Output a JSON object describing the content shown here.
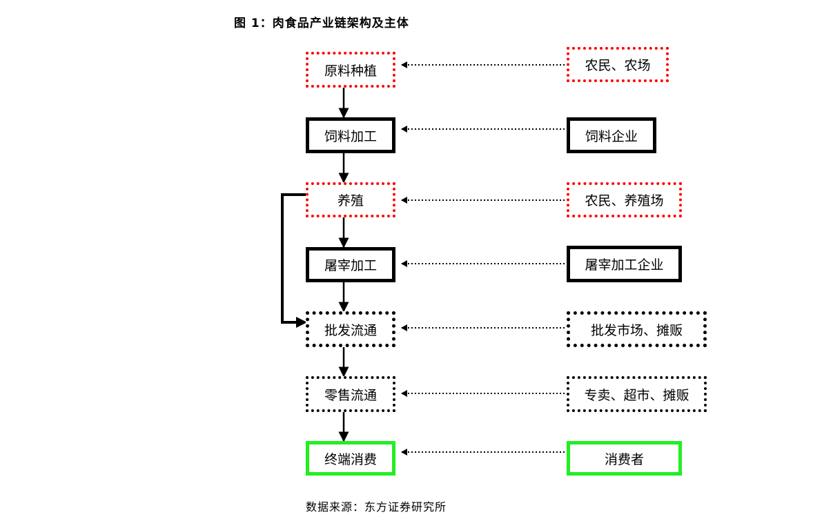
{
  "title": "图 1：肉食品产业链架构及主体",
  "source": "数据来源：东方证券研究所",
  "chain": [
    {
      "stage": "原料种植",
      "entity": "农民、农场"
    },
    {
      "stage": "饲料加工",
      "entity": "饲料企业"
    },
    {
      "stage": "养殖",
      "entity": "农民、养殖场"
    },
    {
      "stage": "屠宰加工",
      "entity": "屠宰加工企业"
    },
    {
      "stage": "批发流通",
      "entity": "批发市场、摊贩"
    },
    {
      "stage": "零售流通",
      "entity": "专卖、超市、摊贩"
    },
    {
      "stage": "终端消费",
      "entity": "消费者"
    }
  ],
  "colors": {
    "red": "#ff0000",
    "black": "#000000",
    "green": "#22ee22"
  }
}
